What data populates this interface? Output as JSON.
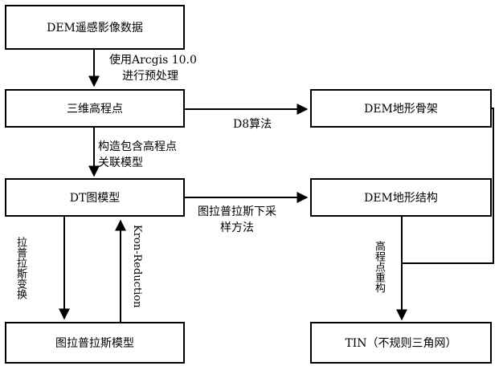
{
  "boxes": {
    "dem_data": "DEM遥感影像数据",
    "points3d": "三维高程点",
    "dt_model": "DT图模型",
    "laplace_model": "图拉普拉斯模型",
    "dem_skeleton": "DEM地形骨架",
    "dem_structure": "DEM地形结构",
    "tin": "TIN（不规则三角网）"
  },
  "labels": {
    "arcgis_line1": "使用Arcgis 10.0",
    "arcgis_line2": "进行预处理",
    "construct_line1": "构造包含高程点",
    "construct_line2": "关联模型",
    "d8": "D8算法",
    "downsample_line1": "图拉普拉斯下采",
    "downsample_line2": "样方法",
    "laplace_transform": "拉普拉斯变换",
    "kron": "Kron-Reduction",
    "reconstruct": "高程点重构"
  }
}
